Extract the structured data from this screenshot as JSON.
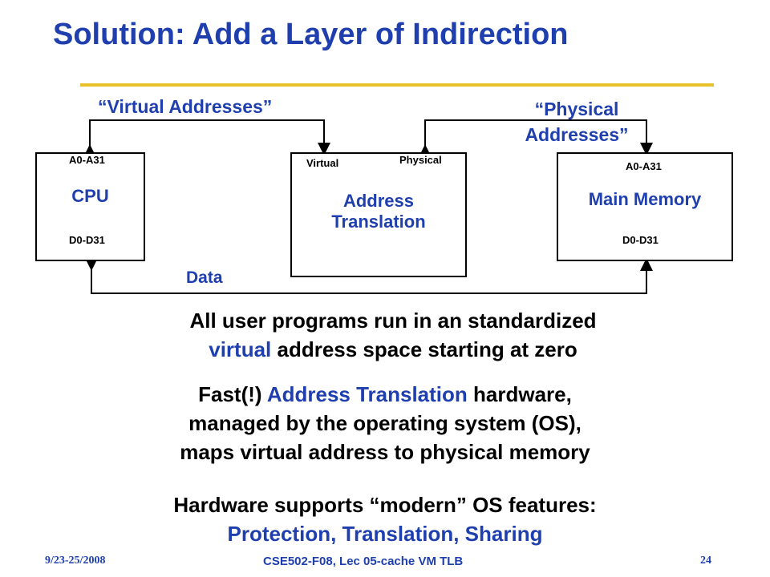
{
  "title": "Solution:  Add a Layer of Indirection",
  "diagram": {
    "virtual_label": "“Virtual Addresses”",
    "physical_label": "“Physical Addresses”",
    "data_label": "Data",
    "cpu": {
      "name": "CPU",
      "addr_pins": "A0-A31",
      "data_pins": "D0-D31"
    },
    "translation": {
      "name": "Address Translation",
      "in_label": "Virtual",
      "out_label": "Physical"
    },
    "memory": {
      "name": "Main Memory",
      "addr_pins": "A0-A31",
      "data_pins": "D0-D31"
    }
  },
  "body": {
    "p1_a": "All user programs run in an standardized",
    "p1_b_blue": "virtual",
    "p1_b_rest": " address space starting at zero",
    "p2_a": "Fast(!) ",
    "p2_a_blue": "Address Translation",
    "p2_a_rest": " hardware,",
    "p2_b": "managed by the operating system (OS),",
    "p2_c": "maps virtual address to physical memory",
    "p3_a": "Hardware supports “modern” OS features:",
    "p3_b": "Protection, Translation, Sharing"
  },
  "footer": {
    "date": "9/23-25/2008",
    "course": "CSE502-F08, Lec 05-cache VM TLB",
    "page": "24"
  },
  "colors": {
    "accent": "#1f3fae",
    "rule": "#e8c02a"
  }
}
